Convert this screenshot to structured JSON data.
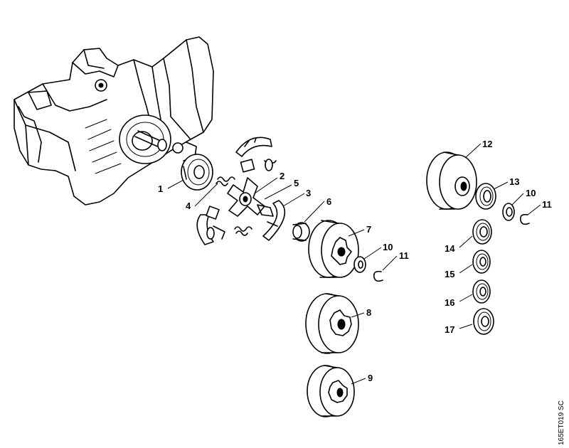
{
  "figure_code": "165ET019 SC",
  "callouts": [
    {
      "id": "c1",
      "label": "1"
    },
    {
      "id": "c2",
      "label": "2"
    },
    {
      "id": "c3",
      "label": "3"
    },
    {
      "id": "c4",
      "label": "4"
    },
    {
      "id": "c5",
      "label": "5"
    },
    {
      "id": "c6",
      "label": "6"
    },
    {
      "id": "c7",
      "label": "7"
    },
    {
      "id": "c10a",
      "label": "10"
    },
    {
      "id": "c11a",
      "label": "11"
    },
    {
      "id": "c8",
      "label": "8"
    },
    {
      "id": "c9",
      "label": "9"
    },
    {
      "id": "c12",
      "label": "12"
    },
    {
      "id": "c13",
      "label": "13"
    },
    {
      "id": "c10b",
      "label": "10"
    },
    {
      "id": "c11b",
      "label": "11"
    },
    {
      "id": "c14",
      "label": "14"
    },
    {
      "id": "c15",
      "label": "15"
    },
    {
      "id": "c16",
      "label": "16"
    },
    {
      "id": "c17",
      "label": "17"
    }
  ]
}
